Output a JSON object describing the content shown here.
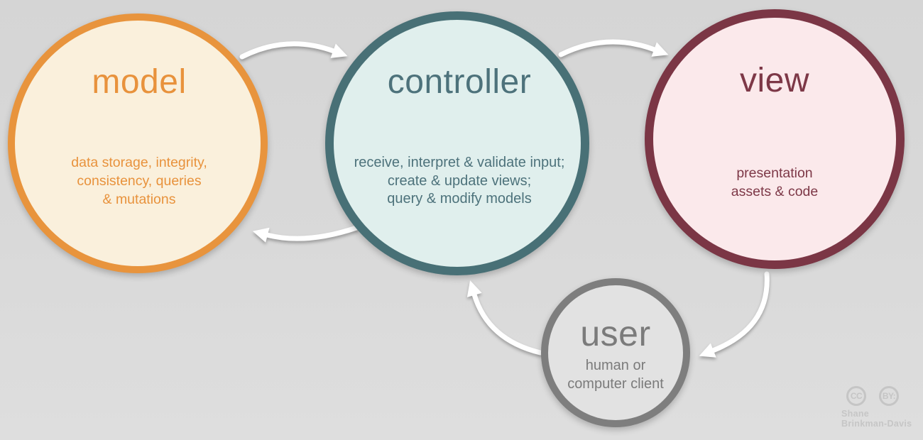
{
  "diagram": {
    "type": "cycle-diagram",
    "subject": "model-view-controller"
  },
  "nodes": [
    {
      "id": "model",
      "title": "model",
      "lines": [
        "data storage, integrity,",
        "consistency, queries",
        "& mutations"
      ],
      "border_color": "#e8943d",
      "fill_color": "#faf0dc",
      "text_color": "#e8923c"
    },
    {
      "id": "controller",
      "title": "controller",
      "lines": [
        "receive, interpret & validate input;",
        "create & update views;",
        "query & modify models"
      ],
      "border_color": "#487076",
      "fill_color": "#e0efed",
      "text_color": "#4d727b"
    },
    {
      "id": "view",
      "title": "view",
      "lines": [
        "presentation",
        "assets & code"
      ],
      "border_color": "#7b3645",
      "fill_color": "#fbe9eb",
      "text_color": "#7d3847"
    },
    {
      "id": "user",
      "title": "user",
      "lines": [
        "human or",
        "computer client"
      ],
      "border_color": "#7e7e7e",
      "fill_color": "#e2e2e2",
      "text_color": "#7b7b7b"
    }
  ],
  "edges": [
    {
      "from": "model",
      "to": "controller"
    },
    {
      "from": "controller",
      "to": "view"
    },
    {
      "from": "view",
      "to": "user"
    },
    {
      "from": "user",
      "to": "controller"
    },
    {
      "from": "controller",
      "to": "model"
    }
  ],
  "arrow_color": "#ffffff",
  "license": {
    "badges": [
      "CC",
      "BY:"
    ],
    "attribution": [
      "Shane",
      "Brinkman-Davis"
    ]
  }
}
